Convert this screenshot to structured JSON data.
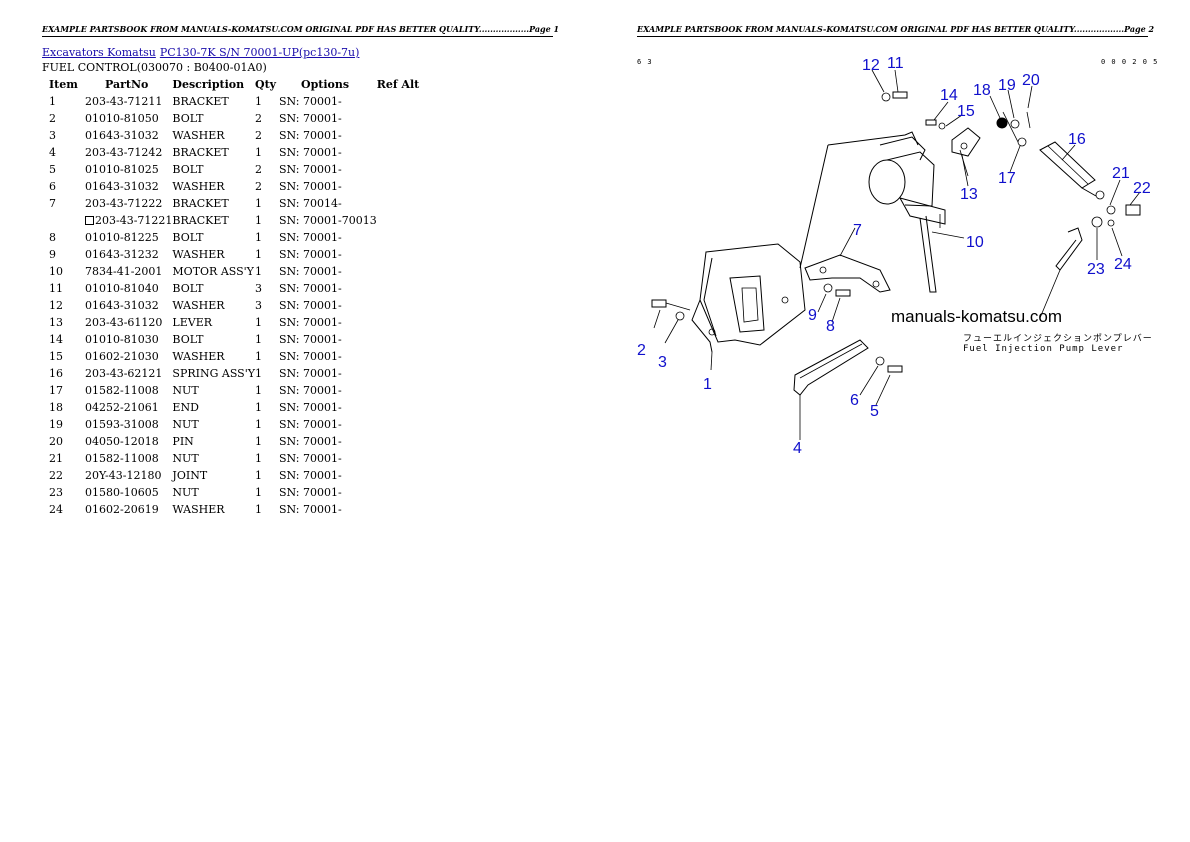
{
  "header": {
    "page1": "EXAMPLE PARTSBOOK FROM MANUALS-KOMATSU.COM ORIGINAL PDF HAS BETTER QUALITY..................Page 1",
    "page2": "EXAMPLE PARTSBOOK FROM MANUALS-KOMATSU.COM ORIGINAL PDF HAS BETTER QUALITY..................Page 2"
  },
  "breadcrumb": {
    "link1": "Excavators Komatsu",
    "link2": "PC130-7K S/N 70001-UP(pc130-7u)"
  },
  "section_title": "FUEL CONTROL(030070 : B0400-01A0)",
  "table": {
    "headers": {
      "item": "Item",
      "partno": "PartNo",
      "description": "Description",
      "qty": "Qty",
      "options": "Options",
      "refalt": "Ref Alt"
    },
    "rows": [
      {
        "item": "1",
        "partno": "203-43-71211",
        "description": "BRACKET",
        "qty": "1",
        "options": "SN: 70001-",
        "alt": false
      },
      {
        "item": "2",
        "partno": "01010-81050",
        "description": "BOLT",
        "qty": "2",
        "options": "SN: 70001-",
        "alt": false
      },
      {
        "item": "3",
        "partno": "01643-31032",
        "description": "WASHER",
        "qty": "2",
        "options": "SN: 70001-",
        "alt": false
      },
      {
        "item": "4",
        "partno": "203-43-71242",
        "description": "BRACKET",
        "qty": "1",
        "options": "SN: 70001-",
        "alt": false
      },
      {
        "item": "5",
        "partno": "01010-81025",
        "description": "BOLT",
        "qty": "2",
        "options": "SN: 70001-",
        "alt": false
      },
      {
        "item": "6",
        "partno": "01643-31032",
        "description": "WASHER",
        "qty": "2",
        "options": "SN: 70001-",
        "alt": false
      },
      {
        "item": "7",
        "partno": "203-43-71222",
        "description": "BRACKET",
        "qty": "1",
        "options": "SN: 70014-",
        "alt": false
      },
      {
        "item": "",
        "partno": "203-43-71221",
        "description": "BRACKET",
        "qty": "1",
        "options": "SN: 70001-70013",
        "alt": true
      },
      {
        "item": "8",
        "partno": "01010-81225",
        "description": "BOLT",
        "qty": "1",
        "options": "SN: 70001-",
        "alt": false
      },
      {
        "item": "9",
        "partno": "01643-31232",
        "description": "WASHER",
        "qty": "1",
        "options": "SN: 70001-",
        "alt": false
      },
      {
        "item": "10",
        "partno": "7834-41-2001",
        "description": "MOTOR ASS'Y",
        "qty": "1",
        "options": "SN: 70001-",
        "alt": false
      },
      {
        "item": "11",
        "partno": "01010-81040",
        "description": "BOLT",
        "qty": "3",
        "options": "SN: 70001-",
        "alt": false
      },
      {
        "item": "12",
        "partno": "01643-31032",
        "description": "WASHER",
        "qty": "3",
        "options": "SN: 70001-",
        "alt": false
      },
      {
        "item": "13",
        "partno": "203-43-61120",
        "description": "LEVER",
        "qty": "1",
        "options": "SN: 70001-",
        "alt": false
      },
      {
        "item": "14",
        "partno": "01010-81030",
        "description": "BOLT",
        "qty": "1",
        "options": "SN: 70001-",
        "alt": false
      },
      {
        "item": "15",
        "partno": "01602-21030",
        "description": "WASHER",
        "qty": "1",
        "options": "SN: 70001-",
        "alt": false
      },
      {
        "item": "16",
        "partno": "203-43-62121",
        "description": "SPRING ASS'Y",
        "qty": "1",
        "options": "SN: 70001-",
        "alt": false
      },
      {
        "item": "17",
        "partno": "01582-11008",
        "description": "NUT",
        "qty": "1",
        "options": "SN: 70001-",
        "alt": false
      },
      {
        "item": "18",
        "partno": "04252-21061",
        "description": "END",
        "qty": "1",
        "options": "SN: 70001-",
        "alt": false
      },
      {
        "item": "19",
        "partno": "01593-31008",
        "description": "NUT",
        "qty": "1",
        "options": "SN: 70001-",
        "alt": false
      },
      {
        "item": "20",
        "partno": "04050-12018",
        "description": "PIN",
        "qty": "1",
        "options": "SN: 70001-",
        "alt": false
      },
      {
        "item": "21",
        "partno": "01582-11008",
        "description": "NUT",
        "qty": "1",
        "options": "SN: 70001-",
        "alt": false
      },
      {
        "item": "22",
        "partno": "20Y-43-12180",
        "description": "JOINT",
        "qty": "1",
        "options": "SN: 70001-",
        "alt": false
      },
      {
        "item": "23",
        "partno": "01580-10605",
        "description": "NUT",
        "qty": "1",
        "options": "SN: 70001-",
        "alt": false
      },
      {
        "item": "24",
        "partno": "01602-20619",
        "description": "WASHER",
        "qty": "1",
        "options": "SN: 70001-",
        "alt": false
      }
    ]
  },
  "diagram": {
    "code_left": "6 3",
    "code_right": "0 0 0 2 0 5",
    "watermark": "manuals-komatsu.com",
    "caption_line1": "フューエルインジェクションポンプレバー",
    "caption_line2": "Fuel Injection Pump Lever",
    "callouts": [
      "1",
      "2",
      "3",
      "4",
      "5",
      "6",
      "7",
      "8",
      "9",
      "10",
      "11",
      "12",
      "13",
      "14",
      "15",
      "16",
      "17",
      "18",
      "19",
      "20",
      "21",
      "22",
      "23",
      "24"
    ],
    "callout_color": "#1010cc"
  }
}
